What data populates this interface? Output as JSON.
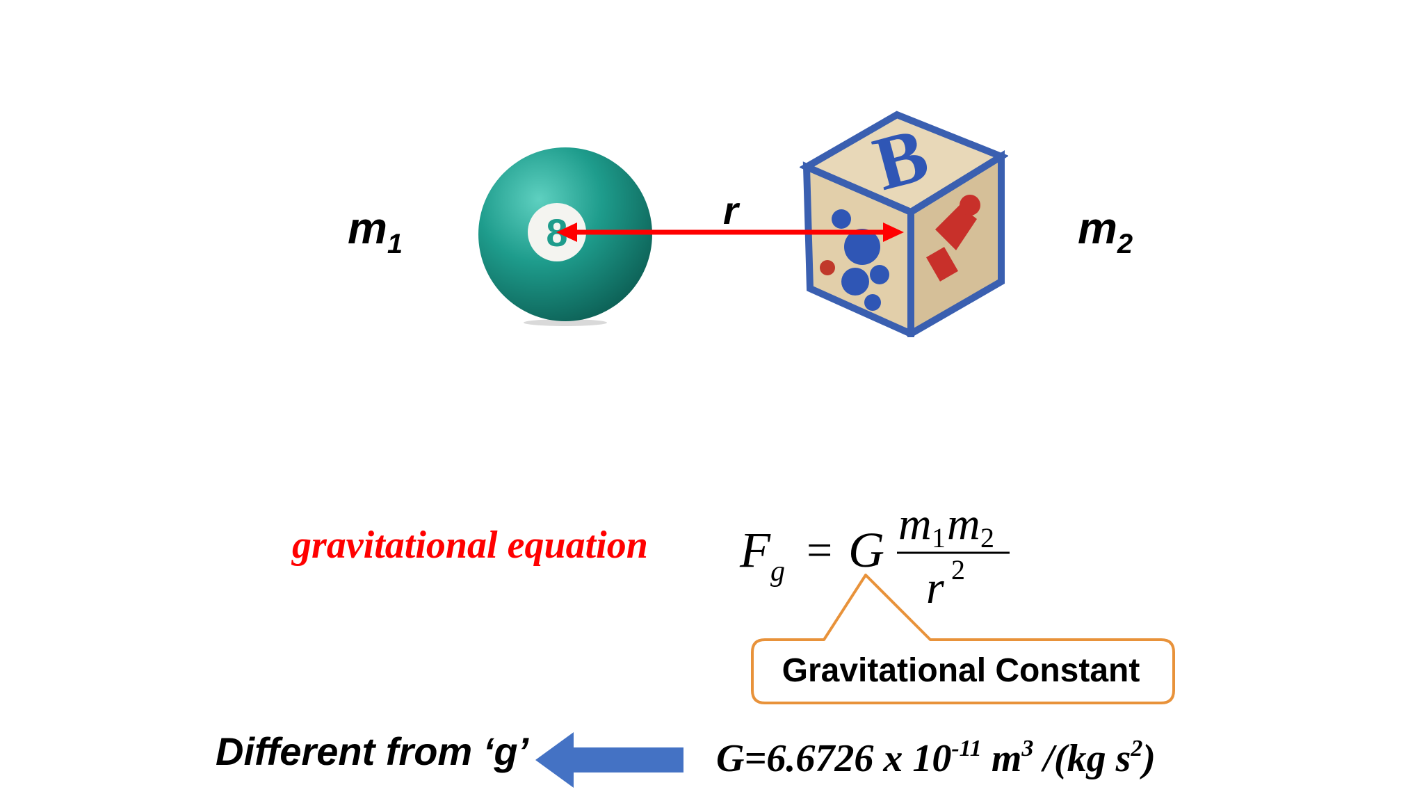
{
  "diagram": {
    "m1": {
      "base": "m",
      "sub": "1"
    },
    "m2": {
      "base": "m",
      "sub": "2"
    },
    "r_label": "r",
    "ball_number": "8",
    "cube_letter": "B"
  },
  "equation": {
    "label": "gravitational equation",
    "F": "F",
    "F_sub": "g",
    "equals": "=",
    "G": "G",
    "num_m": "m",
    "num_sub1": "1",
    "num_sub2": "2",
    "den_r": "r",
    "den_exp": "2"
  },
  "callout": {
    "text": "Gravitational Constant",
    "border_color": "#E8923A"
  },
  "constant": {
    "prefix": "G=6.6726 x 10",
    "exp1": "-11",
    "mid": " m",
    "exp2": "3",
    "mid2": " /(kg s",
    "exp3": "2",
    "suffix": ")"
  },
  "different_label": "Different from ‘g’",
  "colors": {
    "arrow_red": "#ff0000",
    "label_red": "#ff0000",
    "blue_arrow": "#4472C4",
    "ball_teal": "#1e9c8c"
  }
}
